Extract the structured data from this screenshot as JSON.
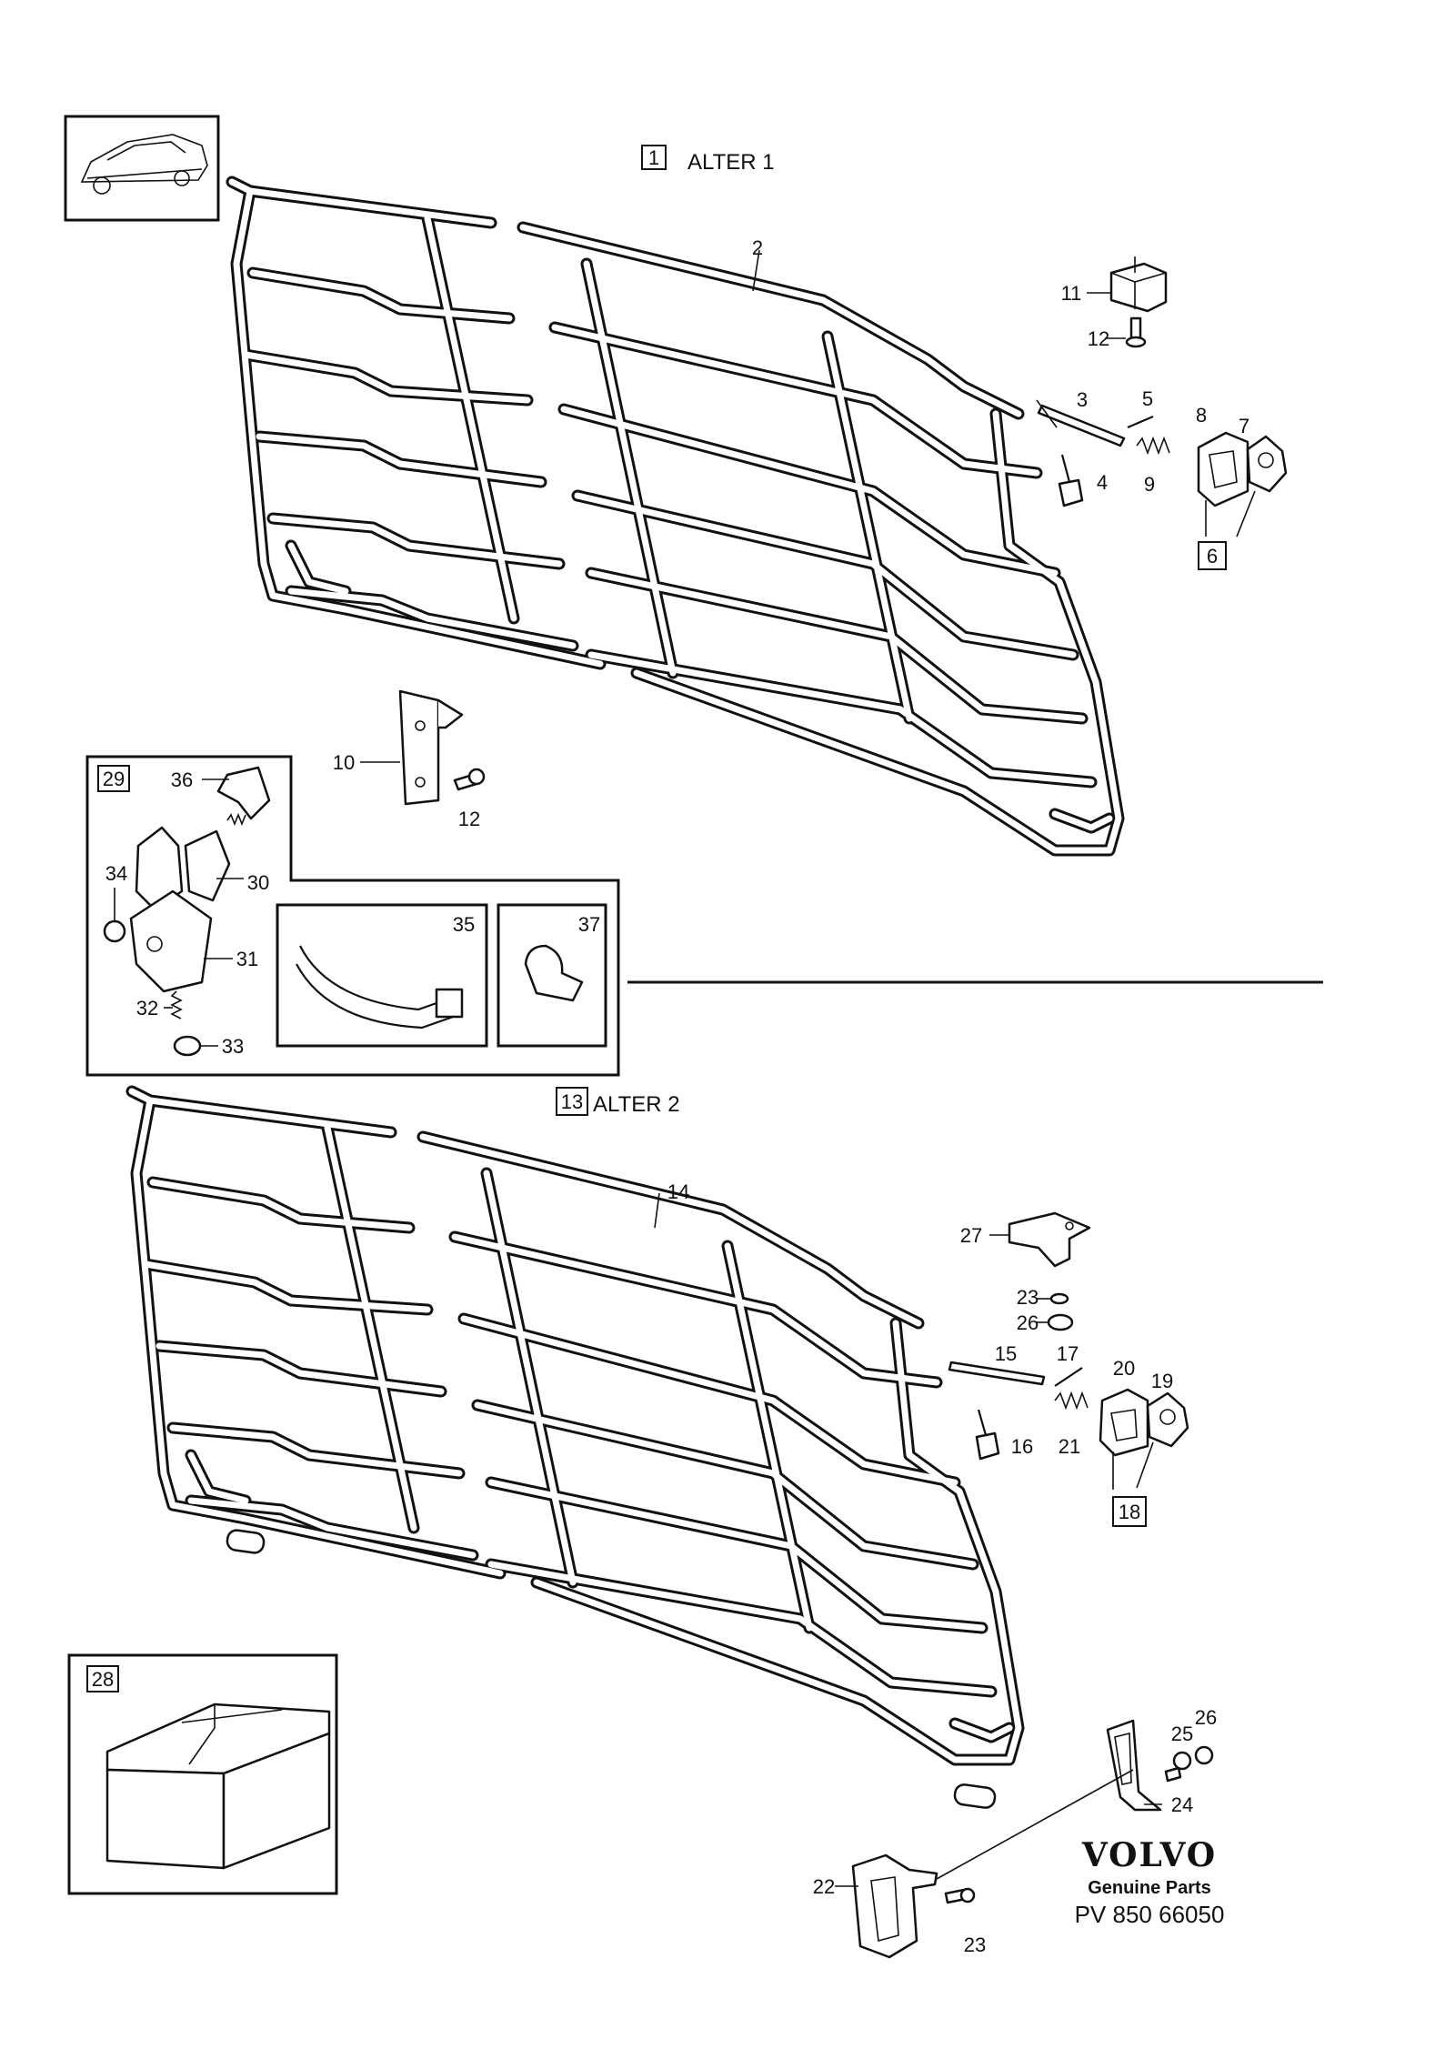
{
  "alter1": {
    "box": "1",
    "text": "ALTER 1"
  },
  "alter2": {
    "box": "13",
    "text": "ALTER 2"
  },
  "boxed": {
    "b6": "6",
    "b18": "18",
    "b28": "28",
    "b29": "29",
    "b35": "35",
    "b37": "37"
  },
  "labels": [
    {
      "id": "2",
      "text": "2"
    },
    {
      "id": "3",
      "text": "3"
    },
    {
      "id": "4",
      "text": "4"
    },
    {
      "id": "5",
      "text": "5"
    },
    {
      "id": "7",
      "text": "7"
    },
    {
      "id": "8",
      "text": "8"
    },
    {
      "id": "9",
      "text": "9"
    },
    {
      "id": "10",
      "text": "10"
    },
    {
      "id": "11",
      "text": "11"
    },
    {
      "id": "12a",
      "text": "12"
    },
    {
      "id": "12b",
      "text": "12"
    },
    {
      "id": "14",
      "text": "14"
    },
    {
      "id": "15",
      "text": "15"
    },
    {
      "id": "16",
      "text": "16"
    },
    {
      "id": "17",
      "text": "17"
    },
    {
      "id": "19",
      "text": "19"
    },
    {
      "id": "20",
      "text": "20"
    },
    {
      "id": "21",
      "text": "21"
    },
    {
      "id": "22",
      "text": "22"
    },
    {
      "id": "23a",
      "text": "23"
    },
    {
      "id": "23b",
      "text": "23"
    },
    {
      "id": "24",
      "text": "24"
    },
    {
      "id": "25",
      "text": "25"
    },
    {
      "id": "26a",
      "text": "26"
    },
    {
      "id": "26b",
      "text": "26"
    },
    {
      "id": "27",
      "text": "27"
    },
    {
      "id": "30",
      "text": "30"
    },
    {
      "id": "31",
      "text": "31"
    },
    {
      "id": "32",
      "text": "32"
    },
    {
      "id": "33",
      "text": "33"
    },
    {
      "id": "34",
      "text": "34"
    },
    {
      "id": "36",
      "text": "36"
    }
  ],
  "brand": {
    "name": "VOLVO",
    "tagline": "Genuine Parts",
    "code": "PV 850 66050"
  },
  "colors": {
    "ink": "#111111",
    "paper": "#ffffff"
  },
  "icons": [
    "car-thumbnail-icon",
    "parts-box-icon"
  ]
}
